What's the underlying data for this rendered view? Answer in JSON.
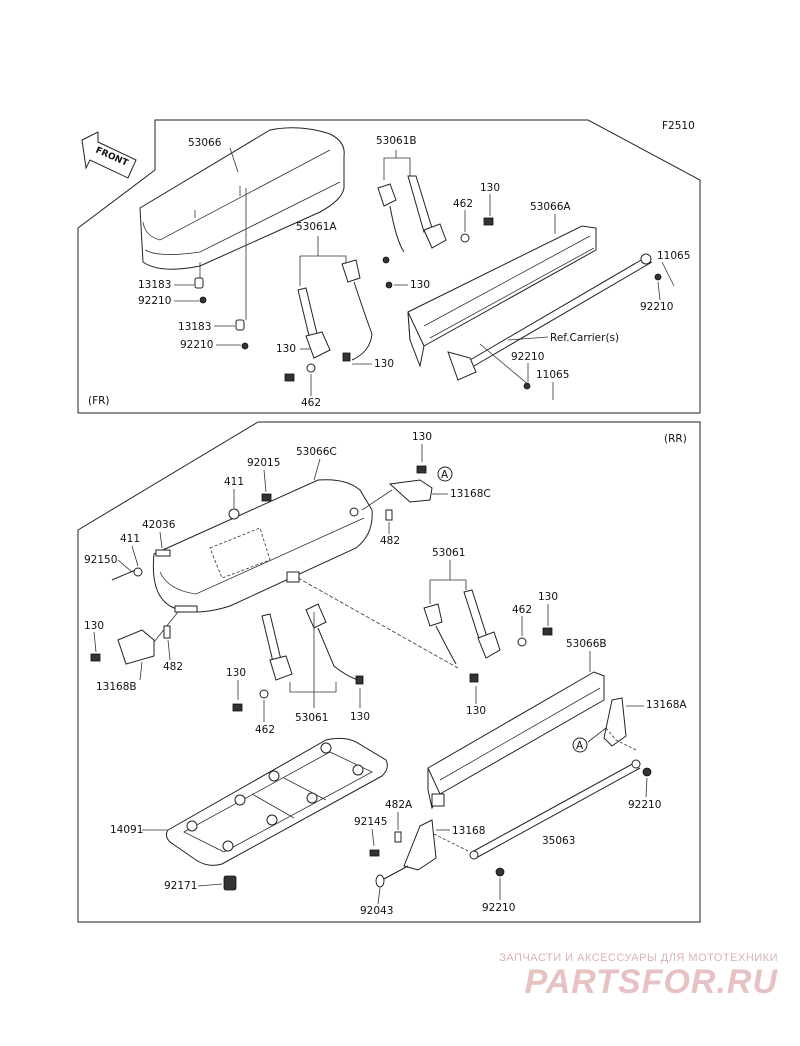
{
  "figure_code": "F2510",
  "upper_section_label": "(FR)",
  "lower_section_label": "(RR)",
  "front_arrow_text": "FRONT",
  "reference_note": "Ref.Carrier(s)",
  "callout_circle": "A",
  "parts_upper": {
    "seat_front": "53066",
    "belt_b": "53061B",
    "bolt_130_a": "130",
    "washer_462_a": "462",
    "backrest_a": "53066A",
    "clip_11065_a": "11065",
    "nut_92210_a": "92210",
    "belt_a": "53061A",
    "bolt_130_b": "130",
    "clamp_13183_a": "13183",
    "nut_92210_b": "92210",
    "clamp_13183_b": "13183",
    "nut_92210_c": "92210",
    "bolt_130_c": "130",
    "bolt_130_d": "130",
    "washer_462_b": "462",
    "nut_92210_d": "92210",
    "clip_11065_b": "11065"
  },
  "parts_lower": {
    "bolt_130_e": "130",
    "cap_92015": "92015",
    "seat_rear": "53066C",
    "washer_411_a": "411",
    "bracket_13168c": "13168C",
    "washer_411_b": "411",
    "pin_42036": "42036",
    "bolt_92150": "92150",
    "washer_482_a": "482",
    "belt_rear_a": "53061",
    "washer_462_c": "462",
    "bolt_130_f": "130",
    "bolt_130_g": "130",
    "backrest_b": "53066B",
    "bracket_13168a": "13168A",
    "washer_482_b": "482",
    "bracket_13168b": "13168B",
    "bolt_130_h": "130",
    "washer_462_d": "462",
    "belt_rear_b": "53061",
    "bolt_130_i": "130",
    "bolt_130_j": "130",
    "nut_92210_e": "92210",
    "washer_482a": "482A",
    "floor_mat": "14091",
    "washer_92145": "92145",
    "bracket_13168": "13168",
    "bar_35063": "35063",
    "stud_92171": "92171",
    "bolt_92043": "92043",
    "nut_92210_f": "92210"
  },
  "watermark": {
    "top_line": "ЗАПЧАСТИ И АКСЕССУАРЫ ДЛЯ МОТОТЕХНИКИ",
    "logo": "PARTSFOR.RU"
  }
}
